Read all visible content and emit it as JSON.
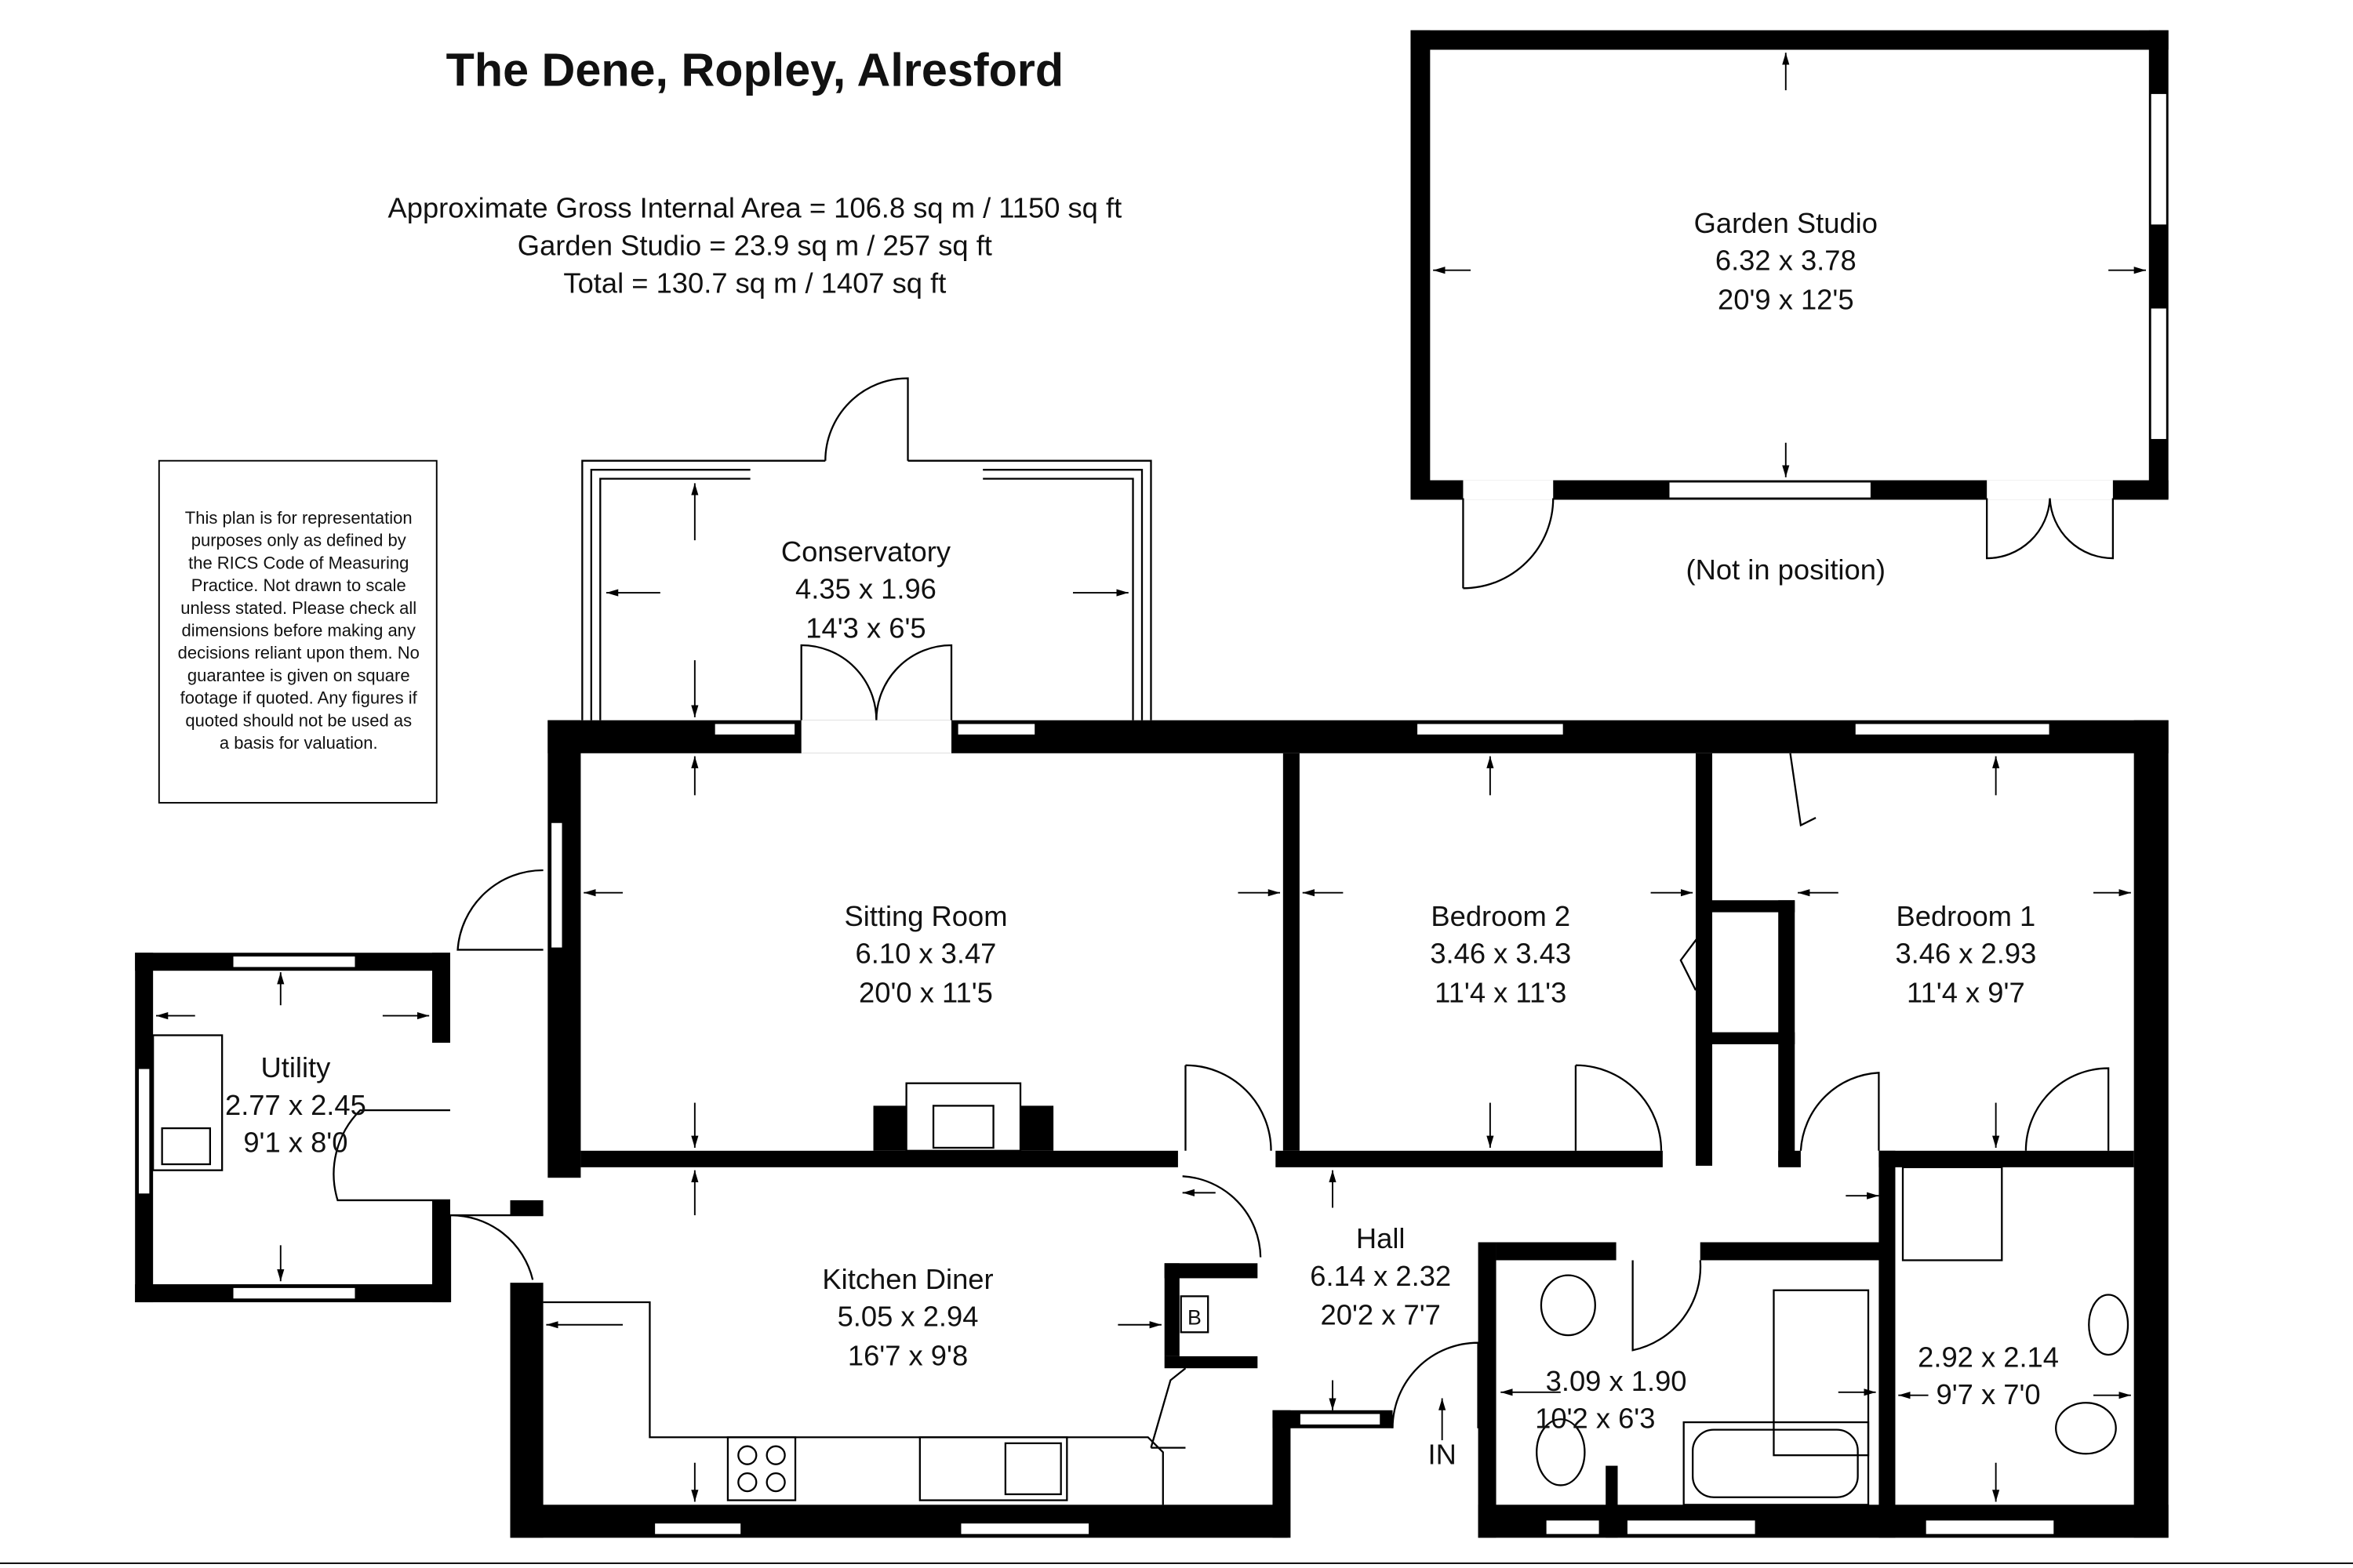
{
  "title": "The Dene, Ropley, Alresford",
  "areas": [
    "Approximate Gross Internal Area = 106.8 sq m / 1150 sq ft",
    "Garden Studio = 23.9 sq m / 257 sq ft",
    "Total = 130.7 sq m / 1407 sq ft"
  ],
  "disclaimer": [
    "This plan is for representation",
    "purposes only as defined by",
    "the RICS Code of Measuring",
    "Practice. Not drawn to scale",
    "unless stated. Please check all",
    "dimensions before making any",
    "decisions reliant upon them. No",
    "guarantee is given on square",
    "footage if quoted. Any figures if",
    "quoted should not be used as",
    "a basis for valuation."
  ],
  "rooms": {
    "garden_studio": {
      "name": "Garden Studio",
      "metric": "6.32 x 3.78",
      "imperial": "20'9 x 12'5",
      "note": "(Not in position)"
    },
    "conservatory": {
      "name": "Conservatory",
      "metric": "4.35 x 1.96",
      "imperial": "14'3 x 6'5"
    },
    "sitting_room": {
      "name": "Sitting Room",
      "metric": "6.10 x 3.47",
      "imperial": "20'0 x 11'5"
    },
    "bedroom2": {
      "name": "Bedroom 2",
      "metric": "3.46 x 3.43",
      "imperial": "11'4 x 11'3"
    },
    "bedroom1": {
      "name": "Bedroom 1",
      "metric": "3.46 x 2.93",
      "imperial": "11'4 x 9'7"
    },
    "utility": {
      "name": "Utility",
      "metric": "2.77 x 2.45",
      "imperial": "9'1 x 8'0"
    },
    "kitchen": {
      "name": "Kitchen Diner",
      "metric": "5.05 x 2.94",
      "imperial": "16'7 x 9'8"
    },
    "hall": {
      "name": "Hall",
      "metric": "6.14 x 2.32",
      "imperial": "20'2 x 7'7"
    },
    "bathroom": {
      "metric": "3.09 x 1.90",
      "imperial": "10'2 x 6'3"
    },
    "ensuite": {
      "metric": "2.92 x 2.14",
      "imperial": "9'7 x 7'0"
    }
  },
  "boiler_label": "B",
  "entrance_label": "IN"
}
